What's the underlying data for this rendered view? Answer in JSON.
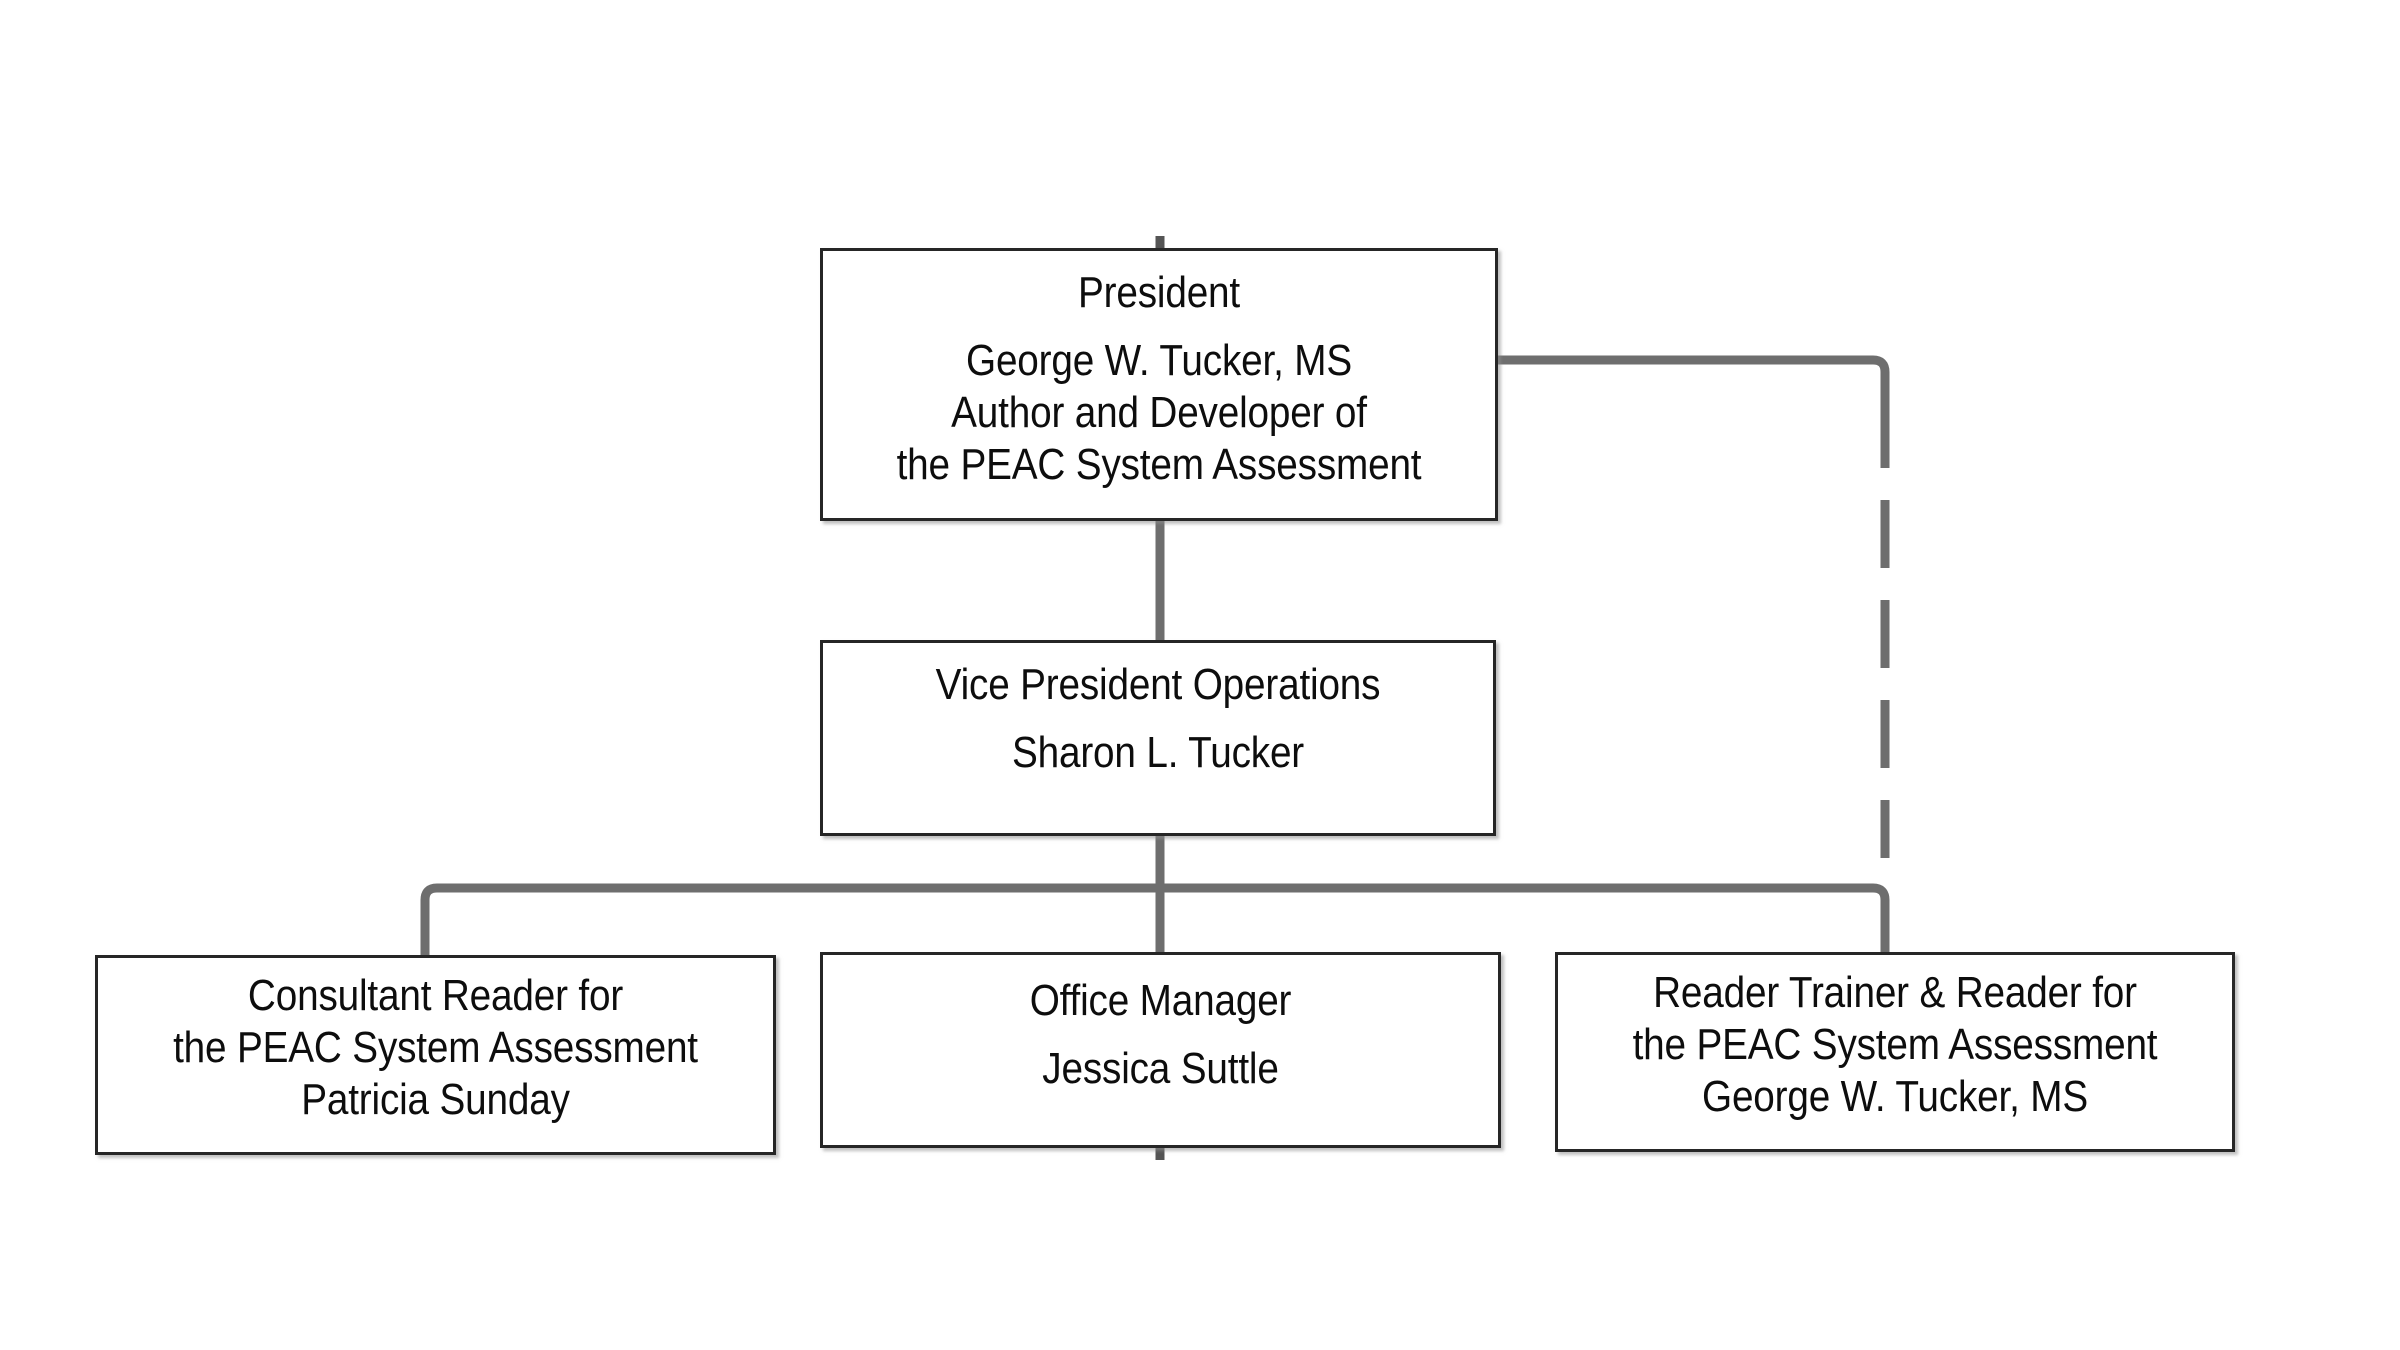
{
  "chart": {
    "type": "org-chart",
    "background_color": "#ffffff",
    "box_border_color": "#262626",
    "connector_color": "#6e6e6e",
    "text_color": "#0d0d0d"
  },
  "nodes": {
    "president": {
      "title": "President",
      "lines": [
        "George W. Tucker, MS",
        "Author and Developer of",
        "the PEAC System Assessment"
      ]
    },
    "vice_president": {
      "title": "Vice President Operations",
      "lines": [
        "Sharon L. Tucker"
      ]
    },
    "consultant_reader": {
      "title": "Consultant Reader for",
      "lines": [
        "the PEAC System Assessment",
        "Patricia Sunday"
      ]
    },
    "office_manager": {
      "title": "Office Manager",
      "lines": [
        "Jessica Suttle"
      ]
    },
    "reader_trainer": {
      "title": "Reader Trainer & Reader for",
      "lines": [
        "the PEAC System Assessment",
        "George W. Tucker, MS"
      ]
    }
  },
  "connectors": {
    "president_to_vp": "solid",
    "vp_to_children": "solid",
    "president_to_reader_trainer": "dashed"
  }
}
